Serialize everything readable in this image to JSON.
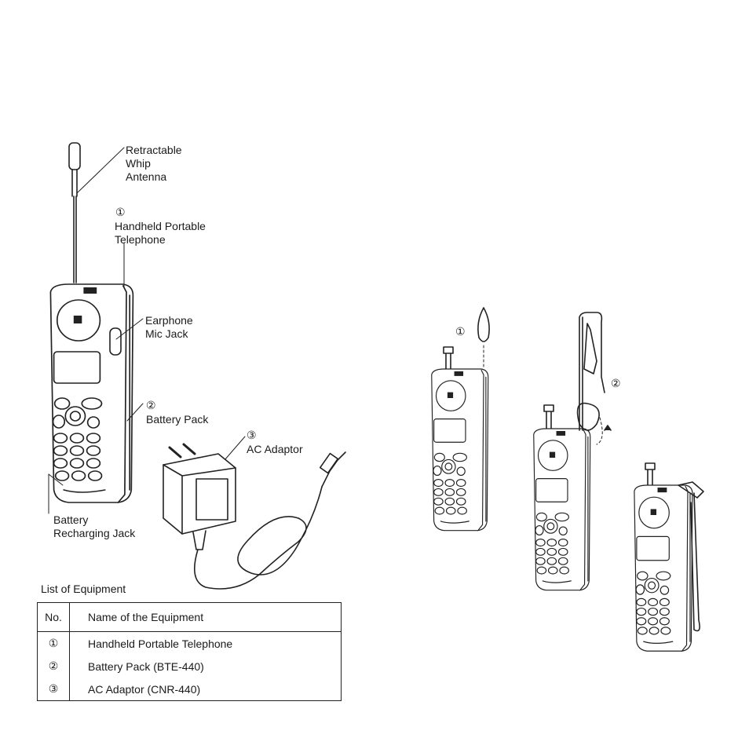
{
  "labels": {
    "antenna": "Retractable\nWhip\nAntenna",
    "telephone_num": "①",
    "telephone": "Handheld Portable\nTelephone",
    "earphone": "Earphone\nMic Jack",
    "battery_num": "②",
    "battery": "Battery Pack",
    "adaptor_num": "③",
    "adaptor": "AC Adaptor",
    "recharge": "Battery\nRecharging Jack",
    "strap_step1": "①",
    "strap_step2": "②"
  },
  "equipment_list": {
    "title": "List of Equipment",
    "headers": [
      "No.",
      "Name of  the Equipment"
    ],
    "rows": [
      {
        "no": "①",
        "name": "Handheld Portable Telephone"
      },
      {
        "no": "②",
        "name": "Battery Pack (BTE-440)"
      },
      {
        "no": "③",
        "name": "AC Adaptor (CNR-440)"
      }
    ]
  }
}
